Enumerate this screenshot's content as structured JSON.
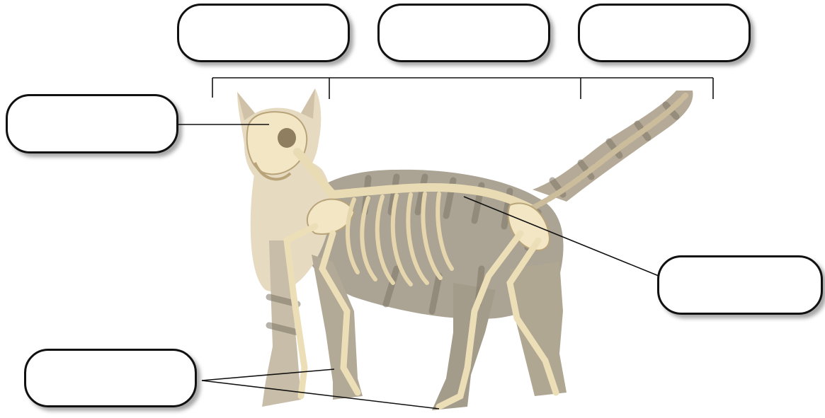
{
  "diagram": {
    "subject": "cat skeleton",
    "label_boxes": [
      {
        "id": "top-1",
        "text": ""
      },
      {
        "id": "top-2",
        "text": ""
      },
      {
        "id": "top-3",
        "text": ""
      },
      {
        "id": "skull",
        "text": ""
      },
      {
        "id": "spine",
        "text": ""
      },
      {
        "id": "limbs",
        "text": ""
      }
    ],
    "colors": {
      "fur_light": "#e9dcc2",
      "fur_stripe": "#9a907f",
      "bone": "#f2e6c4",
      "bone_shadow": "#b9a47a",
      "outline": "#111111"
    }
  }
}
